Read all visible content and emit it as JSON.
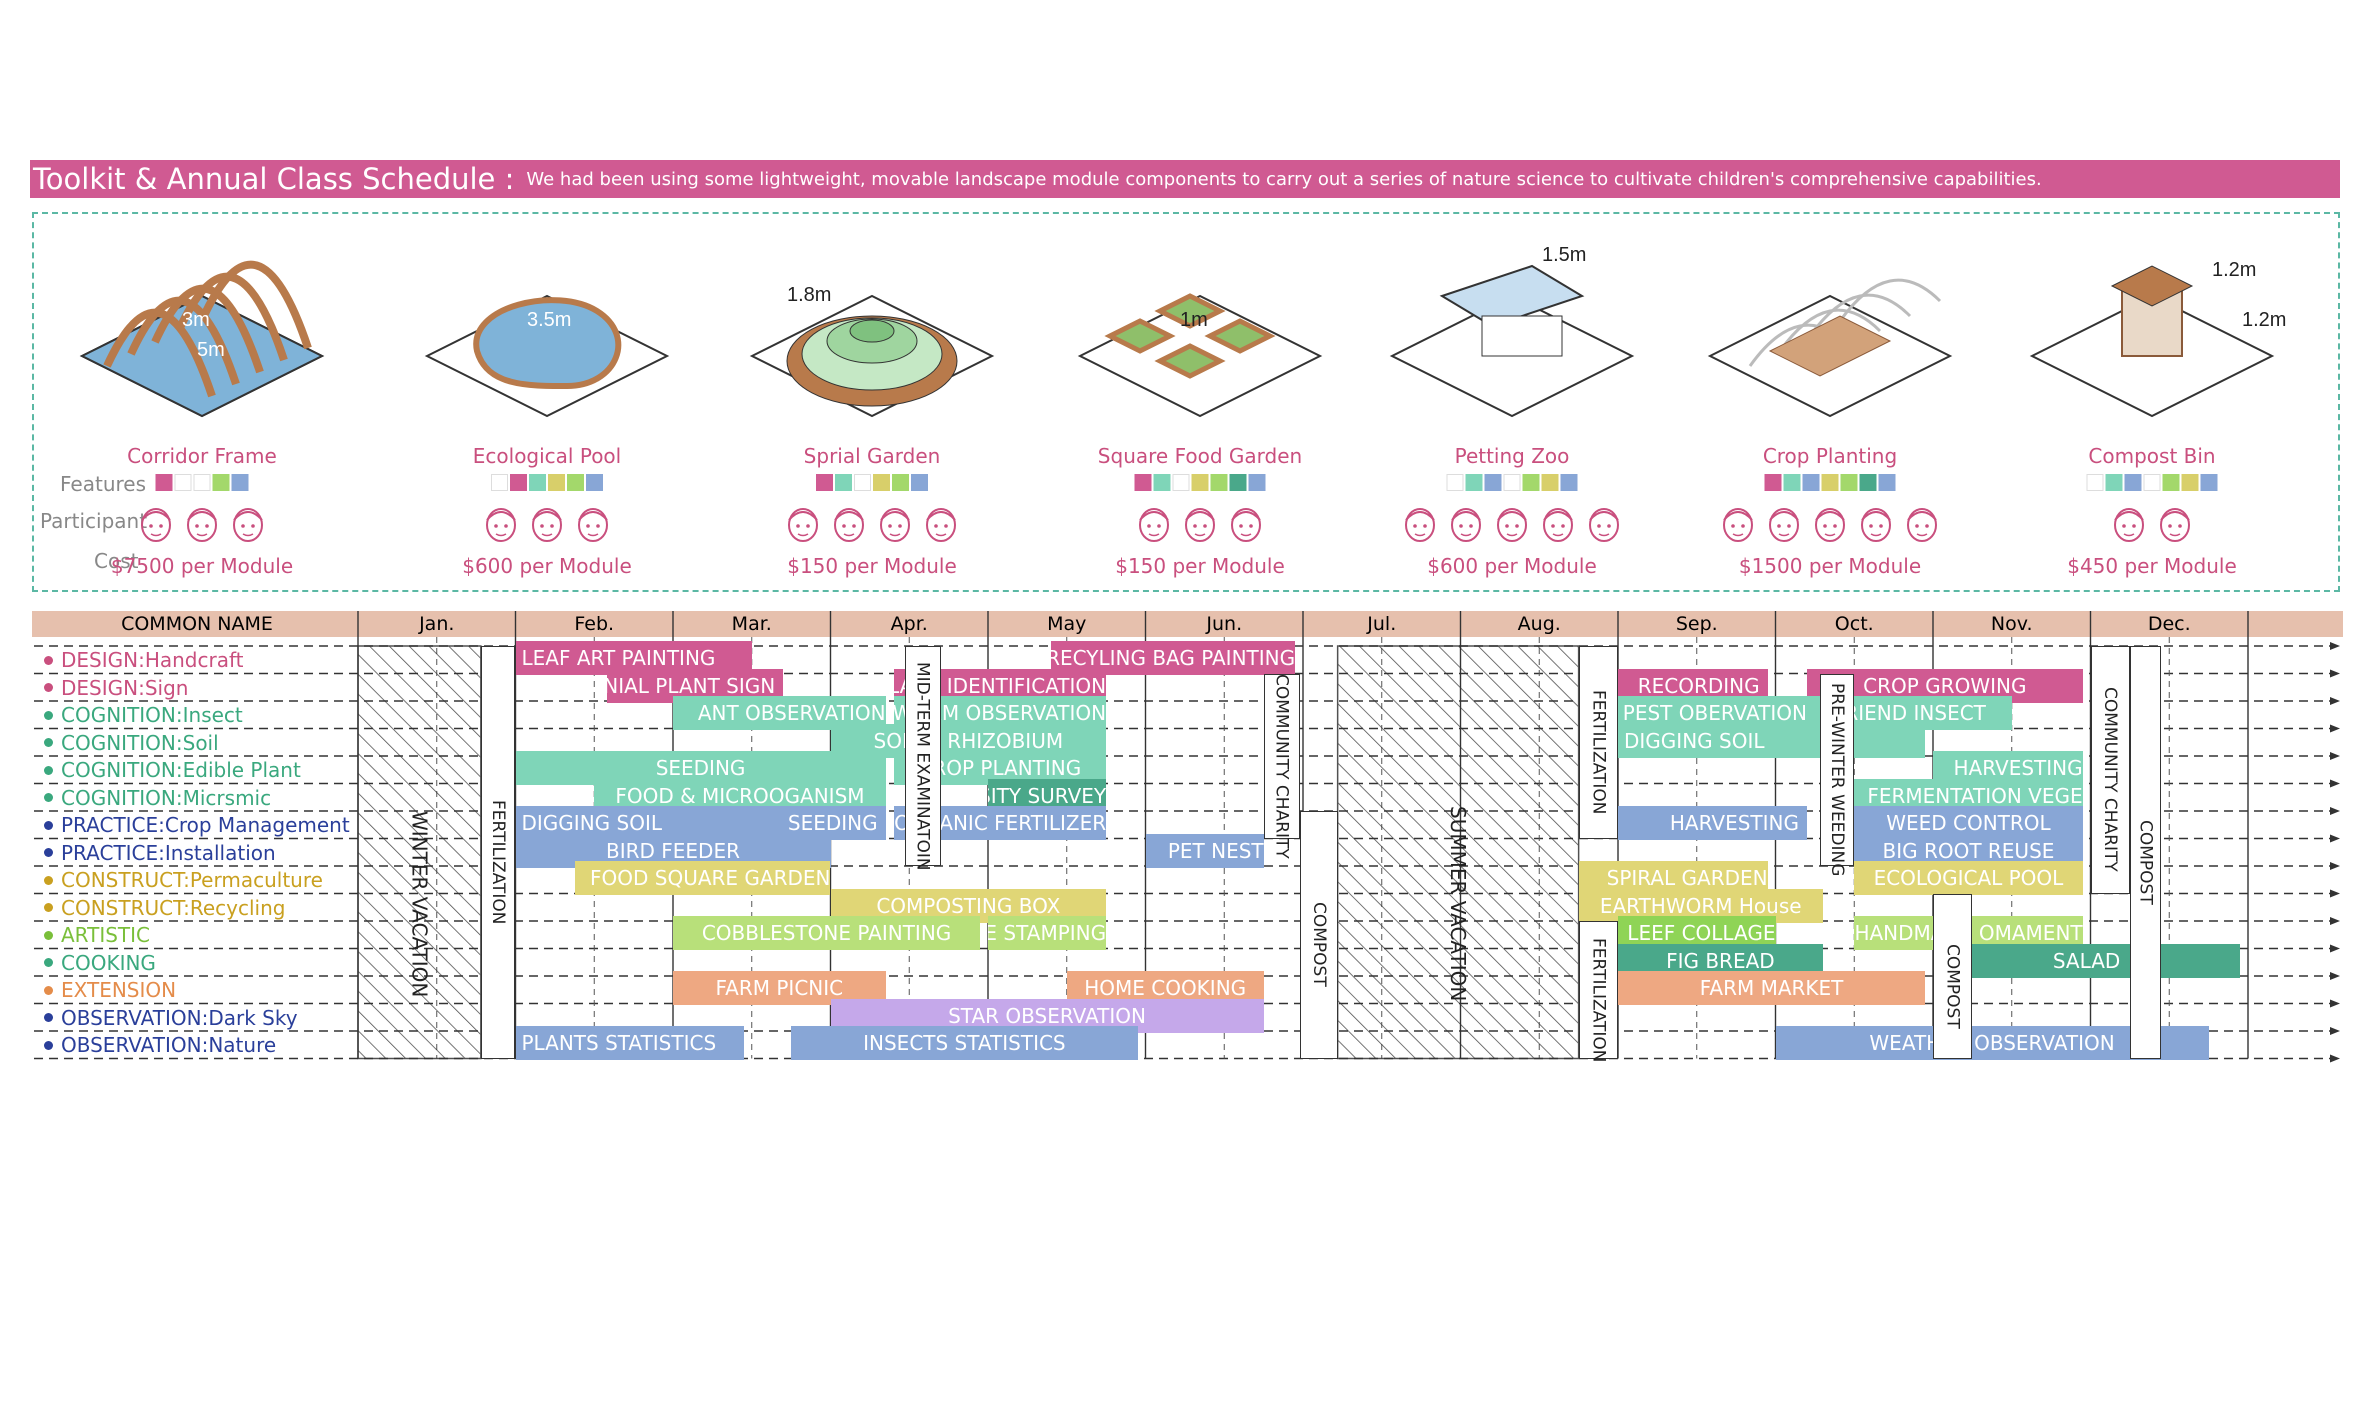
{
  "title": {
    "main": "Toolkit & Annual Class Schedule :",
    "subtitle": "We had been using some lightweight, movable landscape module components to carry out a series of nature science to cultivate children's comprehensive capabilities."
  },
  "row_labels": {
    "features": "Features",
    "participant": "Participant",
    "cost": "Cost"
  },
  "modules": [
    {
      "name": "Corridor Frame",
      "cost": "$7500 per Module",
      "dims": [
        "3m",
        "5m"
      ],
      "features": [
        "#d05a92",
        "",
        "",
        "#a3d86b",
        "#88a6d6"
      ],
      "participants": 3
    },
    {
      "name": "Ecological Pool",
      "cost": "$600 per Module",
      "dims": [
        "3.5m"
      ],
      "features": [
        "",
        "#d05a92",
        "#7fd5b8",
        "#d8cf6a",
        "#a3d86b",
        "#88a6d6"
      ],
      "participants": 3
    },
    {
      "name": "Sprial Garden",
      "cost": "$150 per Module",
      "dims": [
        "1.8m"
      ],
      "features": [
        "#d05a92",
        "#7fd5b8",
        "",
        "#d8cf6a",
        "#a3d86b",
        "#88a6d6"
      ],
      "participants": 4
    },
    {
      "name": "Square Food Garden",
      "cost": "$150 per Module",
      "dims": [
        "1m"
      ],
      "features": [
        "#d05a92",
        "#7fd5b8",
        "",
        "#d8cf6a",
        "#a3d86b",
        "#4aa88a",
        "#88a6d6"
      ],
      "participants": 3
    },
    {
      "name": "Petting Zoo",
      "cost": "$600 per Module",
      "dims": [
        "1.5m"
      ],
      "features": [
        "",
        "#7fd5b8",
        "#88a6d6",
        "",
        "#a3d86b",
        "#d8cf6a",
        "#88a6d6"
      ],
      "participants": 5
    },
    {
      "name": "Crop Planting",
      "cost": "$1500 per Module",
      "dims": [],
      "features": [
        "#d05a92",
        "#7fd5b8",
        "#88a6d6",
        "#d8cf6a",
        "#a3d86b",
        "#4aa88a",
        "#88a6d6"
      ],
      "participants": 5
    },
    {
      "name": "Compost Bin",
      "cost": "$450 per Module",
      "dims": [
        "1.2m",
        "1.2m"
      ],
      "features": [
        "",
        "#7fd5b8",
        "#88a6d6",
        "",
        "#a3d86b",
        "#d8cf6a",
        "#88a6d6"
      ],
      "participants": 2
    }
  ],
  "schedule": {
    "common_name_header": "COMMON NAME",
    "months": [
      "Jan.",
      "Feb.",
      "Mar.",
      "Apr.",
      "May",
      "Jun.",
      "Jul.",
      "Aug.",
      "Sep.",
      "Oct.",
      "Nov.",
      "Dec."
    ],
    "categories": [
      {
        "label": "DESIGN:Handcraft",
        "color": "#c94f7e"
      },
      {
        "label": "DESIGN:Sign",
        "color": "#c94f7e"
      },
      {
        "label": "COGNITION:Insect",
        "color": "#3aa87e"
      },
      {
        "label": "COGNITION:Soil",
        "color": "#3aa87e"
      },
      {
        "label": "COGNITION:Edible Plant",
        "color": "#3aa87e"
      },
      {
        "label": "COGNITION:Micrsmic",
        "color": "#3aa87e"
      },
      {
        "label": "PRACTICE:Crop Management",
        "color": "#2a3f9a"
      },
      {
        "label": "PRACTICE:Installation",
        "color": "#2a3f9a"
      },
      {
        "label": "CONSTRUCT:Permaculture",
        "color": "#c9a020"
      },
      {
        "label": "CONSTRUCT:Recycling",
        "color": "#c9a020"
      },
      {
        "label": "ARTISTIC",
        "color": "#7abf3a"
      },
      {
        "label": "COOKING",
        "color": "#3aa87e"
      },
      {
        "label": "EXTENSION",
        "color": "#e48c4a"
      },
      {
        "label": "OBSERVATION:Dark Sky",
        "color": "#2a3f9a"
      },
      {
        "label": "OBSERVATION:Nature",
        "color": "#2a3f9a"
      }
    ],
    "activities": [
      {
        "row": 0,
        "label": "LEAF ART PAINTING",
        "start": 1.0,
        "end": 2.5,
        "color": "#d05a92"
      },
      {
        "row": 0,
        "label": "RECYLING BAG PAINTING",
        "start": 4.4,
        "end": 5.95,
        "color": "#d05a92"
      },
      {
        "row": 1,
        "label": "PERENNIAL PLANT SIGN",
        "start": 1.58,
        "end": 2.7,
        "color": "#d05a92"
      },
      {
        "row": 1,
        "label": "PLANT IDENTIFICATION",
        "start": 3.4,
        "end": 4.75,
        "color": "#d05a92"
      },
      {
        "row": 1,
        "label": "RECORDING",
        "start": 8.0,
        "end": 8.95,
        "color": "#d05a92"
      },
      {
        "row": 1,
        "label": "CROP GROWING",
        "start": 9.2,
        "end": 10.95,
        "color": "#d05a92"
      },
      {
        "row": 2,
        "label": "ANT OBSERVATION",
        "start": 2.0,
        "end": 3.35,
        "color": "#7fd5b8"
      },
      {
        "row": 2,
        "label": "EARTHWORM OBSERVATION",
        "start": 3.4,
        "end": 4.75,
        "color": "#7fd5b8"
      },
      {
        "row": 2,
        "label": "PEST OBERVATION",
        "start": 8.0,
        "end": 9.2,
        "color": "#7fd5b8"
      },
      {
        "row": 2,
        "label": "FRIEND INSECT",
        "start": 9.2,
        "end": 10.5,
        "color": "#7fd5b8"
      },
      {
        "row": 3,
        "label": "SOIL & RHIZOBIUM",
        "start": 3.0,
        "end": 4.75,
        "color": "#7fd5b8"
      },
      {
        "row": 3,
        "label": "DIGGING SOIL",
        "start": 8.0,
        "end": 9.95,
        "color": "#7fd5b8"
      },
      {
        "row": 4,
        "label": "SEEDING",
        "start": 1.0,
        "end": 3.35,
        "color": "#7fd5b8"
      },
      {
        "row": 4,
        "label": "CROP PLANTING",
        "start": 3.4,
        "end": 4.75,
        "color": "#7fd5b8"
      },
      {
        "row": 4,
        "label": "HARVESTING",
        "start": 10.0,
        "end": 10.95,
        "color": "#7fd5b8"
      },
      {
        "row": 5,
        "label": "FOOD & MICROOGANISM",
        "start": 1.5,
        "end": 3.35,
        "color": "#7fd5b8"
      },
      {
        "row": 5,
        "label": "BIODIVERSITY SURVEY",
        "start": 4.0,
        "end": 4.75,
        "color": "#4aa88a"
      },
      {
        "row": 5,
        "label": "FERMENTATION VEGE",
        "start": 9.5,
        "end": 10.95,
        "color": "#7fd5b8"
      },
      {
        "row": 6,
        "label": "DIGGING SOIL",
        "start": 1.0,
        "end": 2.2,
        "color": "#88a6d6"
      },
      {
        "row": 6,
        "label": "SEEDING",
        "start": 2.2,
        "end": 3.35,
        "color": "#88a6d6"
      },
      {
        "row": 6,
        "label": "ORGANIC FERTILIZER",
        "start": 3.4,
        "end": 4.75,
        "color": "#88a6d6"
      },
      {
        "row": 6,
        "label": "HARVESTING",
        "start": 8.0,
        "end": 9.2,
        "color": "#88a6d6"
      },
      {
        "row": 6,
        "label": "WEED CONTROL",
        "start": 9.5,
        "end": 10.95,
        "color": "#88a6d6"
      },
      {
        "row": 7,
        "label": "BIRD FEEDER",
        "start": 1.0,
        "end": 3.0,
        "color": "#88a6d6"
      },
      {
        "row": 7,
        "label": "PET NEST",
        "start": 5.0,
        "end": 5.75,
        "color": "#88a6d6"
      },
      {
        "row": 7,
        "label": "BIG ROOT REUSE",
        "start": 9.5,
        "end": 10.95,
        "color": "#88a6d6"
      },
      {
        "row": 8,
        "label": "FOOD SQUARE GARDEN",
        "start": 1.38,
        "end": 3.0,
        "color": "#e0d676"
      },
      {
        "row": 8,
        "label": "SPIRAL GARDEN",
        "start": 7.75,
        "end": 8.95,
        "color": "#e0d676"
      },
      {
        "row": 8,
        "label": "ECOLOGICAL POOL",
        "start": 9.5,
        "end": 10.95,
        "color": "#e0d676"
      },
      {
        "row": 9,
        "label": "COMPOSTING BOX",
        "start": 3.0,
        "end": 4.75,
        "color": "#e0d676"
      },
      {
        "row": 9,
        "label": "EARTHWORM House",
        "start": 7.75,
        "end": 9.3,
        "color": "#e0d676"
      },
      {
        "row": 10,
        "label": "COBBLESTONE PAINTING",
        "start": 2.0,
        "end": 3.95,
        "color": "#b8e07a"
      },
      {
        "row": 10,
        "label": "PLANT JUICE STAMPING",
        "start": 4.0,
        "end": 4.75,
        "color": "#b8e07a"
      },
      {
        "row": 10,
        "label": "LEEF COLLAGE",
        "start": 8.0,
        "end": 9.0,
        "color": "#8fd456"
      },
      {
        "row": 10,
        "label": "HANDMADE OMAMENT",
        "start": 9.5,
        "end": 10.95,
        "color": "#b8e07a"
      },
      {
        "row": 11,
        "label": "FIG BREAD",
        "start": 8.0,
        "end": 9.3,
        "color": "#4aa88a"
      },
      {
        "row": 11,
        "label": "SALAD",
        "start": 10.0,
        "end": 11.95,
        "color": "#4aa88a"
      },
      {
        "row": 12,
        "label": "FARM PICNIC",
        "start": 2.0,
        "end": 3.35,
        "color": "#eea882"
      },
      {
        "row": 12,
        "label": "HOME COOKING",
        "start": 4.5,
        "end": 5.75,
        "color": "#eea882"
      },
      {
        "row": 12,
        "label": "FARM MARKET",
        "start": 8.0,
        "end": 9.95,
        "color": "#eea882"
      },
      {
        "row": 13,
        "label": "STAR OBSERVATION",
        "start": 3.0,
        "end": 5.75,
        "color": "#c5a8ea"
      },
      {
        "row": 14,
        "label": "PLANTS STATISTICS",
        "start": 1.0,
        "end": 2.45,
        "color": "#88a6d6"
      },
      {
        "row": 14,
        "label": "INSECTS STATISTICS",
        "start": 2.75,
        "end": 4.95,
        "color": "#88a6d6"
      },
      {
        "row": 14,
        "label": "WEATHER OBSERVATION",
        "start": 9.0,
        "end": 11.75,
        "color": "#88a6d6"
      }
    ],
    "vertical_events": [
      {
        "label": "WINTER VACATION",
        "kind": "hatch",
        "start": 0.0,
        "end": 0.78,
        "row_start": 0,
        "row_end": 14
      },
      {
        "label": "FERTILIZATION",
        "kind": "box",
        "start": 0.78,
        "end": 1.0,
        "row_start": 0,
        "row_end": 14
      },
      {
        "label": "MID-TERM EXAMINATOIN",
        "kind": "box",
        "start": 3.47,
        "end": 3.7,
        "row_start": 0,
        "row_end": 7
      },
      {
        "label": "COMMUNITY  CHARITY",
        "kind": "box",
        "start": 5.75,
        "end": 5.98,
        "row_start": 1,
        "row_end": 6
      },
      {
        "label": "COMPOST",
        "kind": "box",
        "start": 5.98,
        "end": 6.22,
        "row_start": 6,
        "row_end": 14
      },
      {
        "label": "SUMMER VACATION",
        "kind": "hatch",
        "start": 6.22,
        "end": 7.75,
        "row_start": 0,
        "row_end": 14
      },
      {
        "label": "FERTILIZATION",
        "kind": "box",
        "start": 7.75,
        "end": 8.0,
        "row_start": 0,
        "row_end": 6
      },
      {
        "label": "FERTILIZATION",
        "kind": "box",
        "start": 7.75,
        "end": 8.0,
        "row_start": 10,
        "row_end": 14
      },
      {
        "label": "PRE-WINTER WEEDING",
        "kind": "box",
        "start": 9.28,
        "end": 9.5,
        "row_start": 1,
        "row_end": 7
      },
      {
        "label": "COMPOST",
        "kind": "box",
        "start": 10.0,
        "end": 10.25,
        "row_start": 9,
        "row_end": 14
      },
      {
        "label": "COMMUNITY  CHARITY",
        "kind": "box",
        "start": 11.0,
        "end": 11.25,
        "row_start": 0,
        "row_end": 8
      },
      {
        "label": "COMPOST",
        "kind": "box",
        "start": 11.25,
        "end": 11.45,
        "row_start": 0,
        "row_end": 14
      }
    ]
  }
}
